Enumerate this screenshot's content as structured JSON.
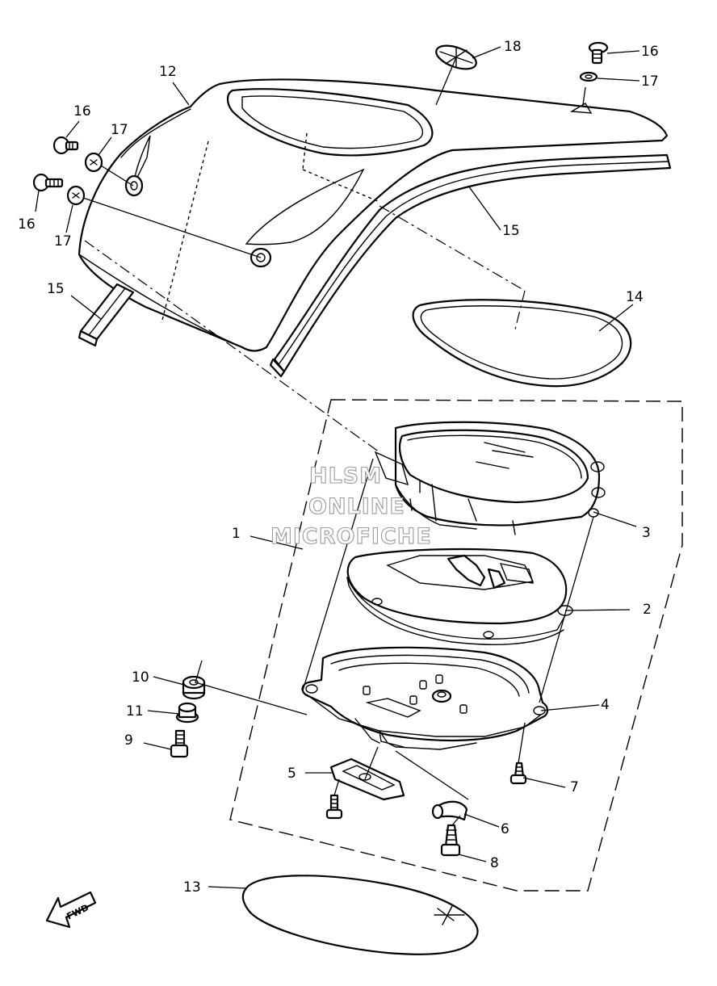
{
  "callouts": {
    "c1": "1",
    "c2": "2",
    "c3": "3",
    "c4": "4",
    "c5": "5",
    "c6": "6",
    "c7": "7",
    "c8": "8",
    "c9": "9",
    "c10": "10",
    "c11": "11",
    "c12": "12",
    "c13": "13",
    "c14": "14",
    "c15a": "15",
    "c15b": "15",
    "c16a": "16",
    "c16b": "16",
    "c16c": "16",
    "c17a": "17",
    "c17b": "17",
    "c17c": "17",
    "c18": "18"
  },
  "watermark": {
    "line1": "HLSM",
    "line2": "ONLINE",
    "line3": "MICROFICHE"
  },
  "fwd_label": "FWD"
}
